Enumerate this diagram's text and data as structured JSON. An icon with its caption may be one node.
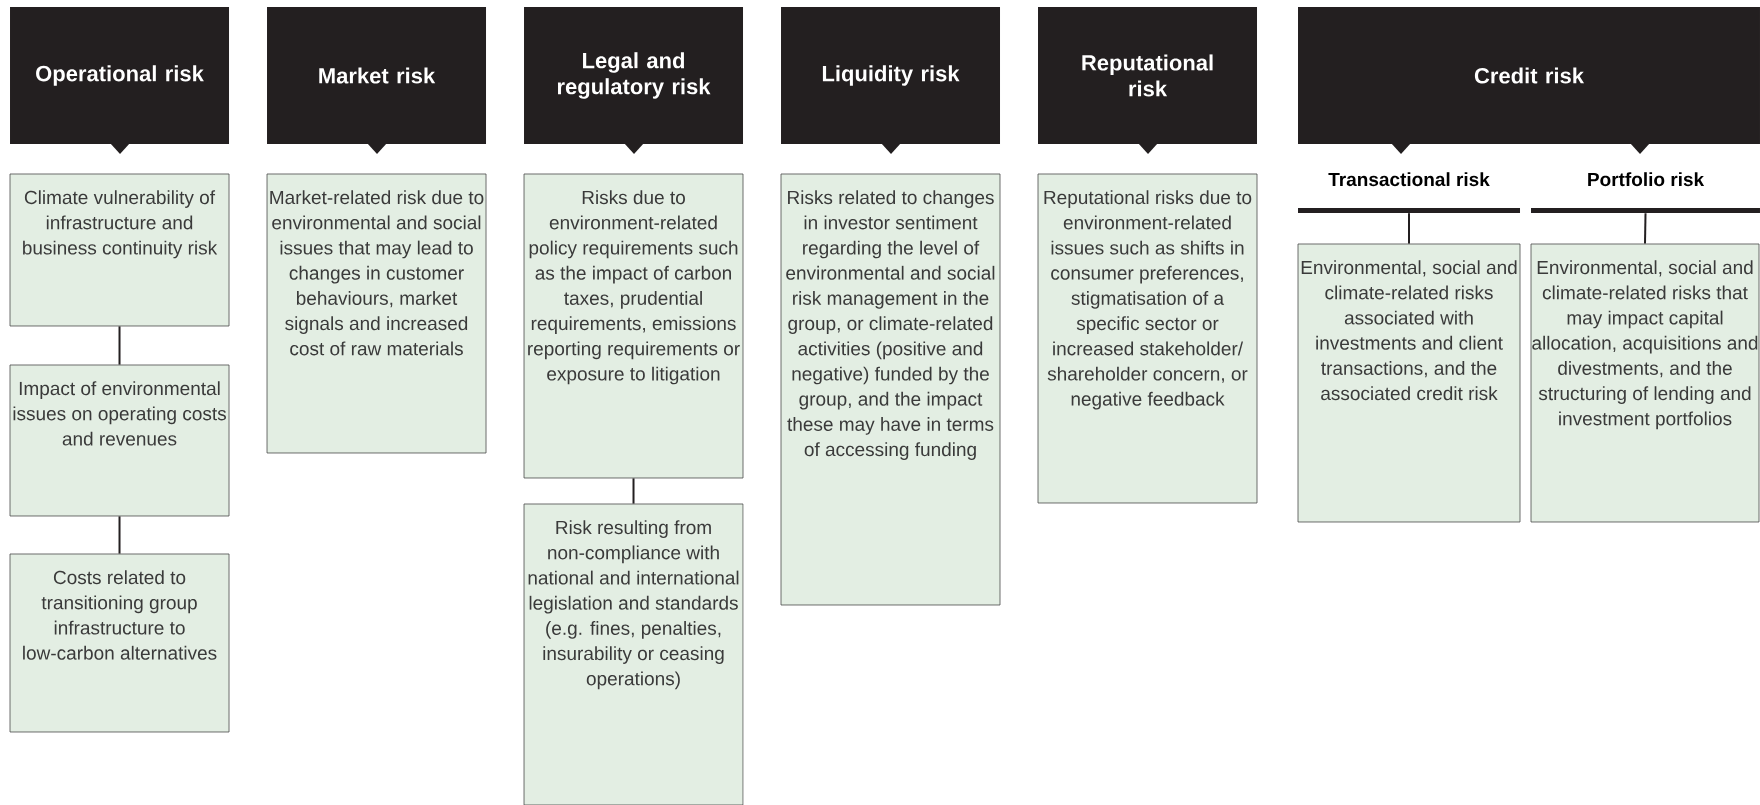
{
  "diagram": {
    "nodes": [
      {
        "text": [
          "Operational risk"
        ]
      },
      {
        "text": [
          "Climate vulnerability of infrastructure and business continuity risk"
        ]
      },
      {
        "text": [
          "Impact of environmental issues on operating costs and revenues"
        ]
      },
      {
        "text": [
          "Costs related to transitioning group infrastructure to low-carbon alternatives"
        ]
      },
      {
        "text": [
          "Market risk"
        ]
      },
      {
        "text": [
          "Market-related risk due to environmental and social issues that may lead to changes in customer behaviours, market signals and increased cost of raw materials"
        ]
      },
      {
        "text": [
          "Legal and regulatory risk"
        ]
      },
      {
        "text": [
          "Risks due to environment-related policy requirements such as the impact of carbon taxes, prudential requirements, emissions reporting requirements or exposure to litigation"
        ]
      },
      {
        "text": [
          "Risk resulting from non-compliance with national and international legislation and standards (e.g. fines, penalties, insurability or ceasing operations)"
        ]
      },
      {
        "text": [
          "Liquidity risk"
        ]
      },
      {
        "text": [
          "Risks related to changes in investor sentiment regarding the level of environmental and social risk management in the group, or climate-related activities (positive and negative) funded by the group, and the impact these may have in terms of accessing funding"
        ]
      },
      {
        "text": [
          "Reputational risk"
        ]
      },
      {
        "text": [
          "Reputational risks due to environment-related issues such as shifts in consumer preferences, stigmatisation of a specific sector or increased stakeholder/ shareholder concern, or negative feedback"
        ]
      },
      {
        "text": [
          "Credit risk"
        ]
      },
      {
        "text": [
          "Transactional risk"
        ]
      },
      {
        "text": [
          "Environmental, social and climate-related risks associated with investments and client transactions, and the associated credit risk"
        ]
      },
      {
        "text": [
          "Portfolio risk"
        ]
      },
      {
        "text": [
          "Environmental, social and climate-related risks that may impact capital allocation, acquisitions and divestments, and the structuring of lending and investment portfolios"
        ]
      }
    ],
    "edges": [
      {
        "from": 1,
        "to": 2,
        "arrow": "none"
      },
      {
        "from": 2,
        "to": 3,
        "arrow": "none"
      },
      {
        "from": 7,
        "to": 8,
        "arrow": "none"
      },
      {
        "from": 14,
        "to": 15,
        "arrow": "none"
      },
      {
        "from": 16,
        "to": 17,
        "arrow": "none"
      }
    ]
  }
}
